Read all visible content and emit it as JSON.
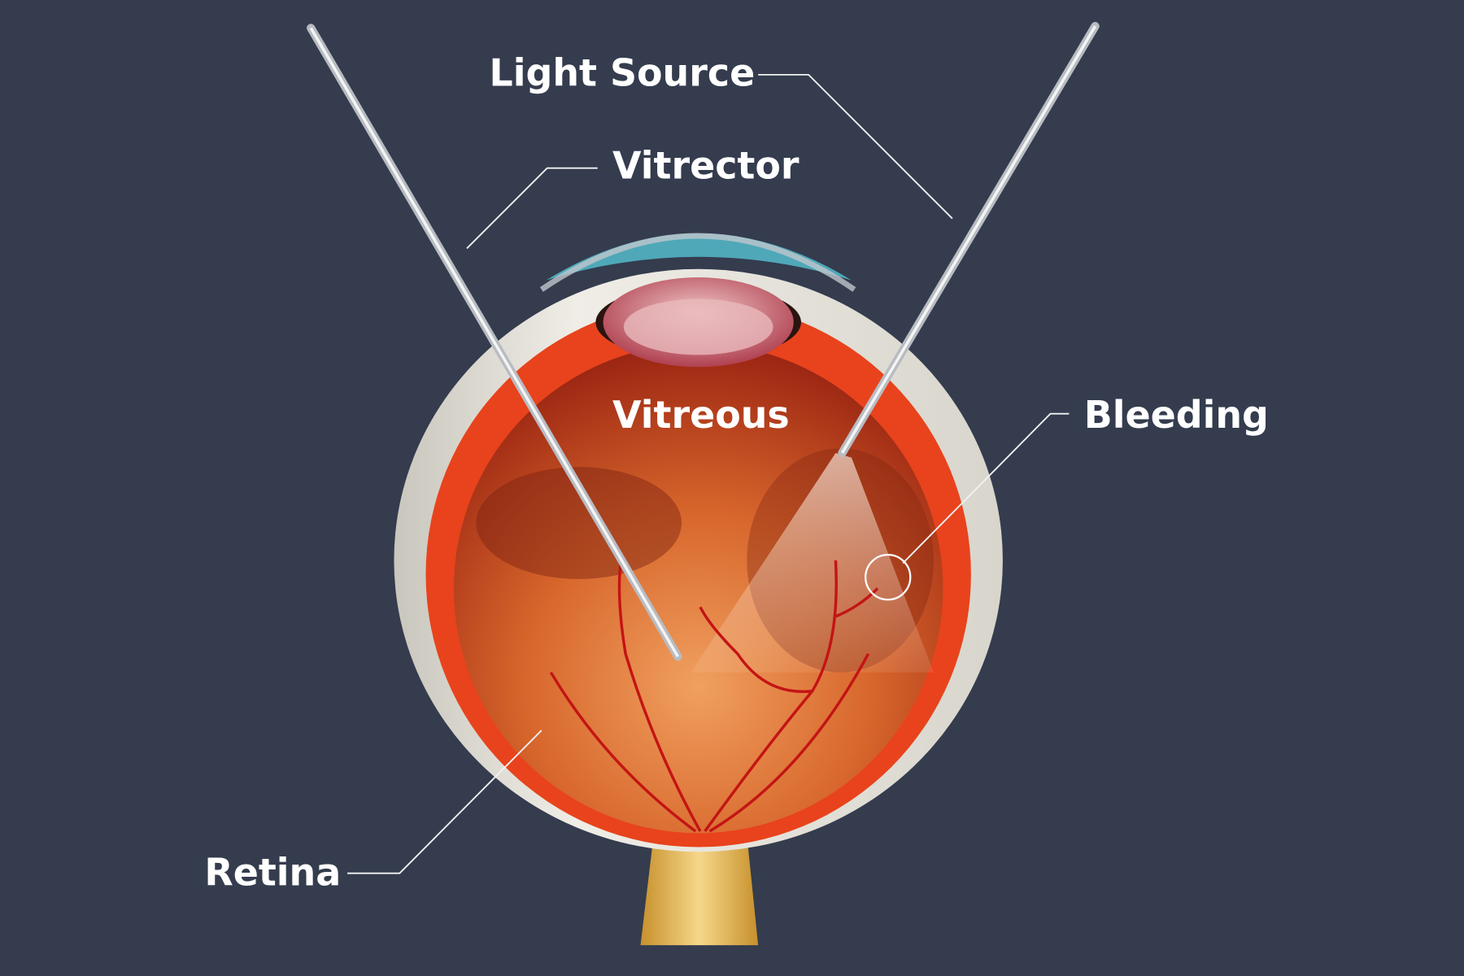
{
  "labels": {
    "light_source": "Light Source",
    "vitrector": "Vitrector",
    "vitreous": "Vitreous",
    "bleeding": "Bleeding",
    "retina": "Retina"
  },
  "colors": {
    "background": "#343c4e",
    "sclera": "#e9e7e0",
    "choroid": "#e8431c",
    "vitreous": "#c2461c",
    "vessel": "#c41414"
  }
}
